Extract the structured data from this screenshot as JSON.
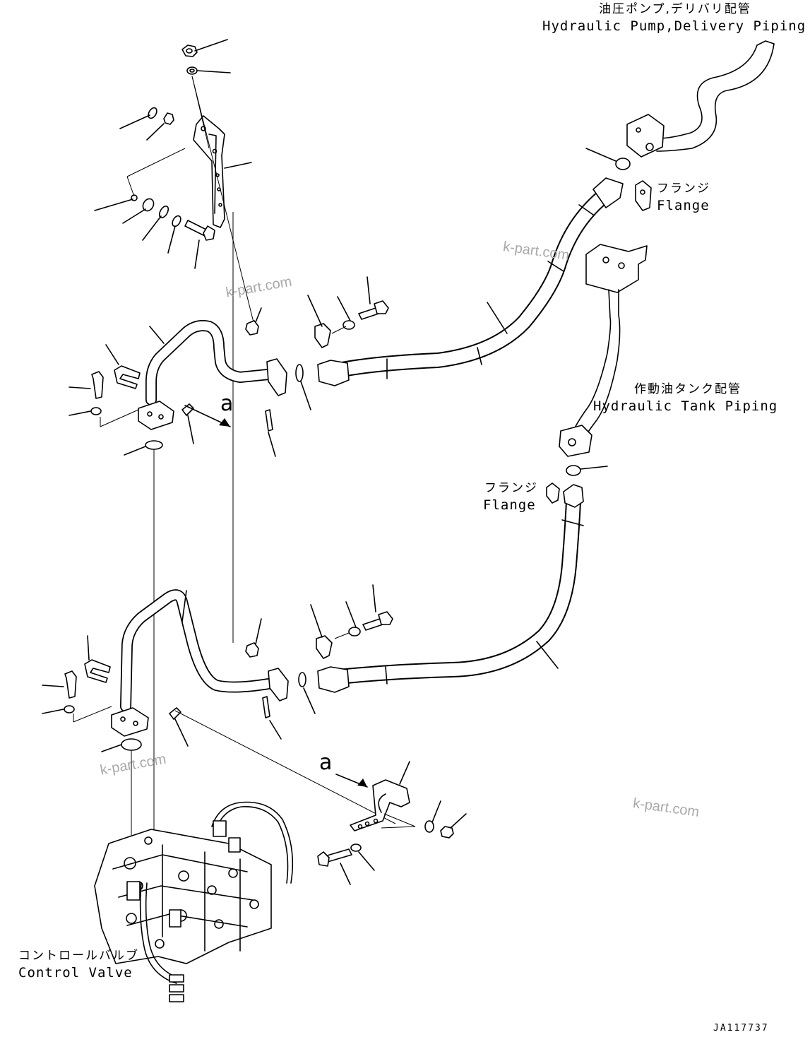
{
  "labels": {
    "pump_jp": "油圧ポンプ,デリバリ配管",
    "pump_en": "Hydraulic Pump,Delivery Piping",
    "flange_top_jp": "フランジ",
    "flange_top_en": "Flange",
    "tank_jp": "作動油タンク配管",
    "tank_en": "Hydraulic Tank Piping",
    "flange_mid_jp": "フランジ",
    "flange_mid_en": "Flange",
    "valve_jp": "コントロールバルブ",
    "valve_en": "Control Valve",
    "view_a_top": "a",
    "view_a_bottom": "a",
    "drawing_number": "JA117737"
  },
  "watermarks": [
    "k-part.com",
    "k-part.com",
    "k-part.com",
    "k-part.com"
  ]
}
